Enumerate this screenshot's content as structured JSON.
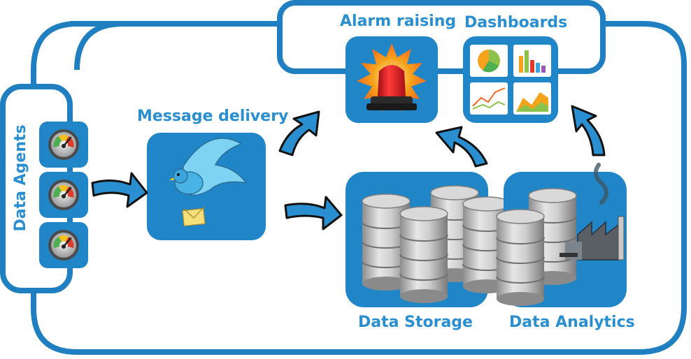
{
  "labels": {
    "data_agents": "Data Agents",
    "message_delivery": "Message delivery",
    "alarm_raising": "Alarm raising",
    "dashboards": "Dashboards",
    "data_storage": "Data Storage",
    "data_analytics": "Data Analytics"
  },
  "colors": {
    "frame_blue": "#1f7fc1",
    "tile_blue": "#2186c8",
    "label_blue": "#2a8fd0",
    "arrow_blue": "#2a8fd0",
    "arrow_outline": "#111111",
    "alarm_red": "#e0141e",
    "burst_orange": "#f7a21b",
    "cylinder_gray": "#b8b8b8"
  },
  "icons": {
    "agent_gauge": "gauge-icon",
    "message": "bird-with-envelope-icon",
    "alarm": "siren-light-icon",
    "dashboards": "chart-thumbnails-icon",
    "storage": "database-cylinders-icon",
    "analytics": "factory-icon"
  }
}
